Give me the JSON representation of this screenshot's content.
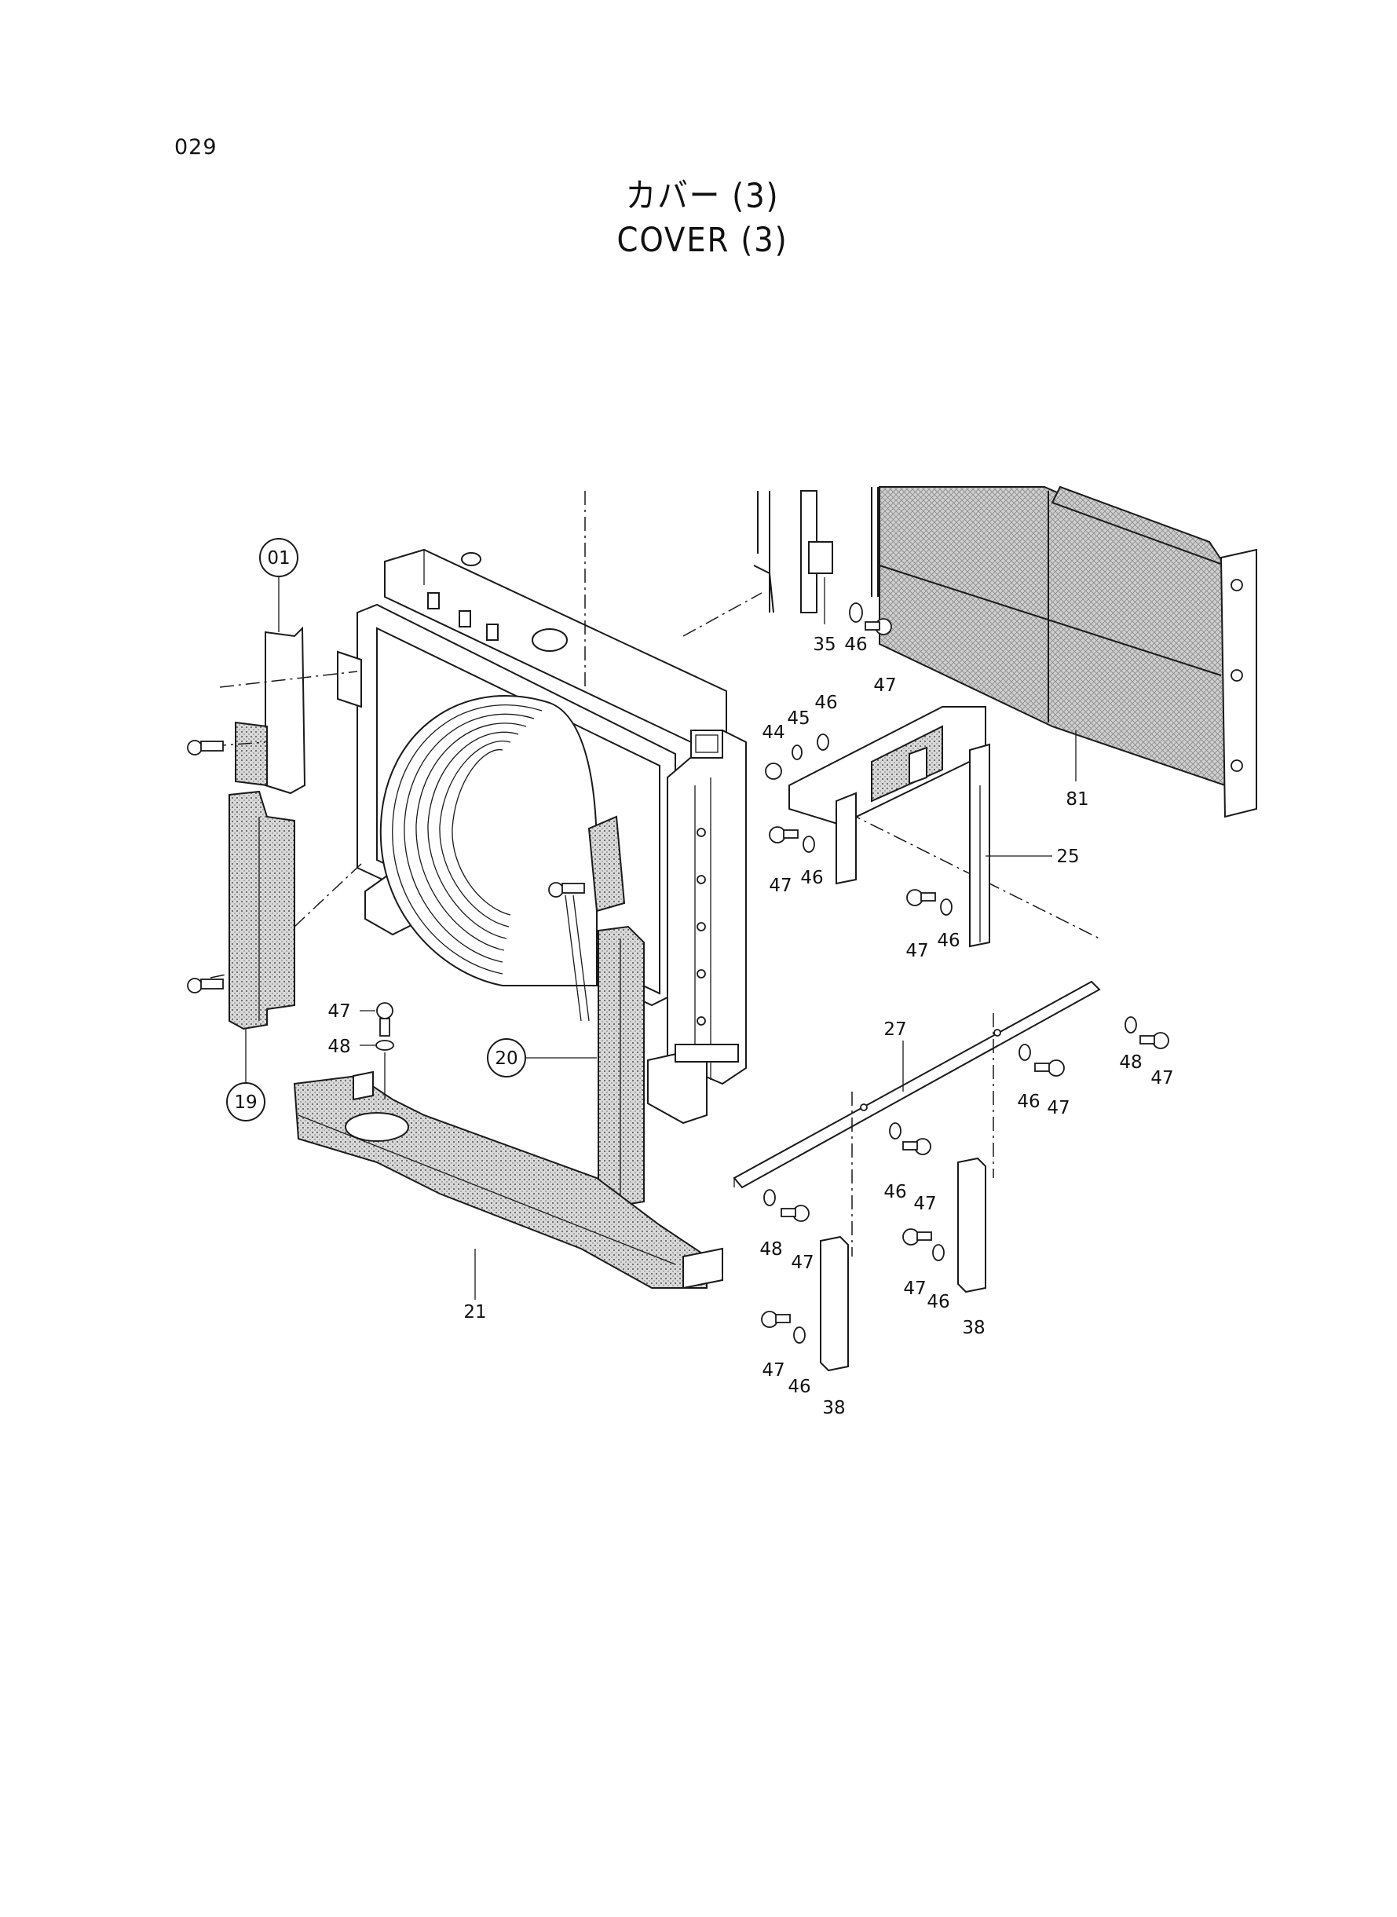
{
  "page_number": "029",
  "title_jp": "カバー (3)",
  "title_en": "COVER (3)",
  "callouts": {
    "c01": "01",
    "c19": "19",
    "c20": "20",
    "c21": "21",
    "c25": "25",
    "c27": "27",
    "c35": "35",
    "c38a": "38",
    "c38b": "38",
    "c44": "44",
    "c45": "45",
    "c46a": "46",
    "c46b": "46",
    "c46c": "46",
    "c46d": "46",
    "c46e": "46",
    "c46f": "46",
    "c46g": "46",
    "c46h": "46",
    "c47a": "47",
    "c47b": "47",
    "c47c": "47",
    "c47d": "47",
    "c47e": "47",
    "c47f": "47",
    "c47g": "47",
    "c47h": "47",
    "c47i": "47",
    "c47j": "47",
    "c48a": "48",
    "c48b": "48",
    "c48c": "48",
    "c81": "81"
  },
  "colors": {
    "ink": "#1a1a1a",
    "paper": "#ffffff"
  }
}
